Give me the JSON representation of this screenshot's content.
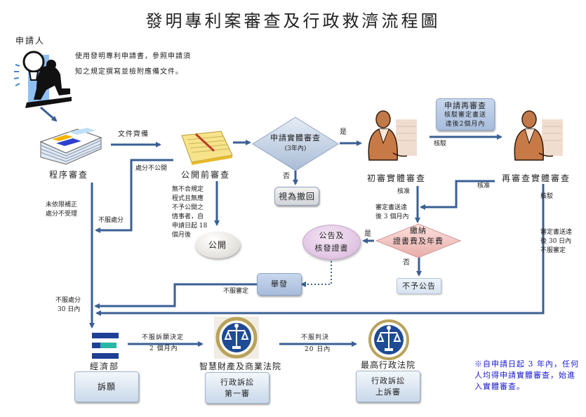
{
  "title": "發明專利案審查及行政救濟流程圖",
  "applicant": {
    "label": "申請人",
    "instruction_line1": "使用發明專利申請書，參照申請須",
    "instruction_line2": "知之規定撰寫並檢附應備文件。"
  },
  "nodes": {
    "procedural_review": "程序審查",
    "pre_publication_review": "公開前審查",
    "publication": "公開",
    "request_substantive": "申請實體審查",
    "request_substantive_sub": "(3年內)",
    "deemed_withdrawn": "視為撤回",
    "first_substantive": "初審實體審查",
    "re_exam_request_title": "申請再審查",
    "re_exam_request_line1": "核駁審定書送",
    "re_exam_request_line2": "達後2個月內",
    "re_exam_substantive": "再審查實體審查",
    "pay_fees_line1": "繳納",
    "pay_fees_line2": "證書費及年費",
    "announce_line1": "公告及",
    "announce_line2": "核發證書",
    "not_announced": "不予公告",
    "invalidation": "舉發",
    "moea": "經濟部",
    "petition": "訴願",
    "ip_court": "智慧財產及商業法院",
    "admin_litigation_1_line1": "行政訴訟",
    "admin_litigation_1_line2": "第一審",
    "supreme_admin_court": "最高行政法院",
    "admin_litigation_2_line1": "行政訴訟",
    "admin_litigation_2_line2": "上訴審"
  },
  "edge_labels": {
    "documents_complete": "文件齊備",
    "not_publish_decision": "處分不公開",
    "no_correction_line1": "未依限補正",
    "no_correction_line2": "處分不受理",
    "disagree_decision": "不服處分",
    "publish_cond_line1": "無不合規定",
    "publish_cond_line2": "程式且無應",
    "publish_cond_line3": "不予公開之",
    "publish_cond_line4": "情事者，自",
    "publish_cond_line5": "申請日起 18",
    "publish_cond_line6": "個月後",
    "yes_1": "是",
    "no_1": "否",
    "rejected_1": "核駁",
    "approved_1": "核准",
    "approved_2": "核准",
    "deadline_3m_line1": "審定書送達",
    "deadline_3m_line2": "後 3 個月內",
    "yes_2": "是",
    "no_2": "否",
    "rejected_2": "核駁",
    "deadline_30d_line1": "審定書送達",
    "deadline_30d_line2": "後 30 日內",
    "deadline_30d_line3": "不服審定",
    "disagree_ruling": "不服審定",
    "disagree_30d_line1": "不服處分",
    "disagree_30d_line2": "30 日內",
    "petition_appeal_line1": "不服訴願決定",
    "petition_appeal_line2": "2 個月內",
    "judgment_appeal_line1": "不服判決",
    "judgment_appeal_line2": "20 日內"
  },
  "footnote": "※自申請日起 3 年內，任何人均得申請實體審查，始進入實體審查。",
  "colors": {
    "arrow": "#3a5f94",
    "note": "#1a1ad0",
    "fee_diamond": "#f2c6c4",
    "review_diamond": "#c9d6e8",
    "announce_ellipse": "#e3c8e6"
  }
}
